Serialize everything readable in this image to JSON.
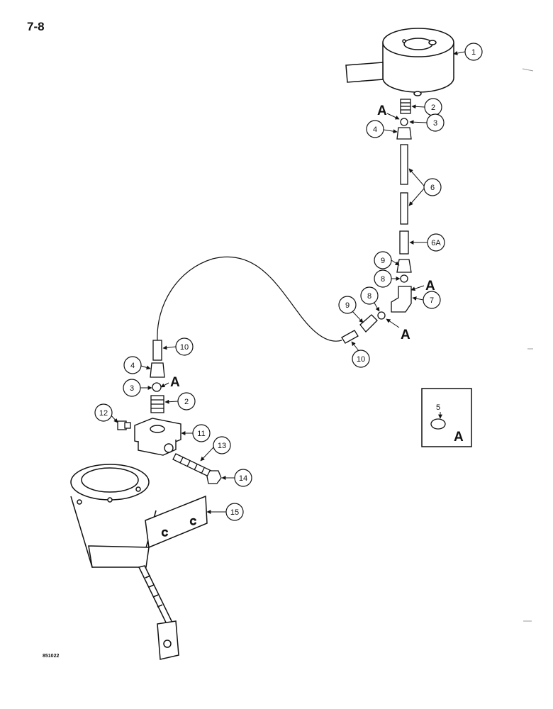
{
  "page": {
    "number": "7-8",
    "drawing_code": "851022"
  },
  "callouts": {
    "c1": "1",
    "c2a": "2",
    "c3a": "3",
    "c4a": "4",
    "c6": "6",
    "c6a": "6A",
    "c9a": "9",
    "c8a": "8",
    "c7": "7",
    "c9b": "9",
    "c8b": "8",
    "c10a": "10",
    "c10b": "10",
    "c4b": "4",
    "c3b": "3",
    "c2b": "2",
    "c12": "12",
    "c11": "11",
    "c13": "13",
    "c14": "14",
    "c15": "15"
  },
  "letters": {
    "a1": "A",
    "a2": "A",
    "a3": "A",
    "a4": "A",
    "inset": "A"
  },
  "inset": {
    "label": "5"
  }
}
